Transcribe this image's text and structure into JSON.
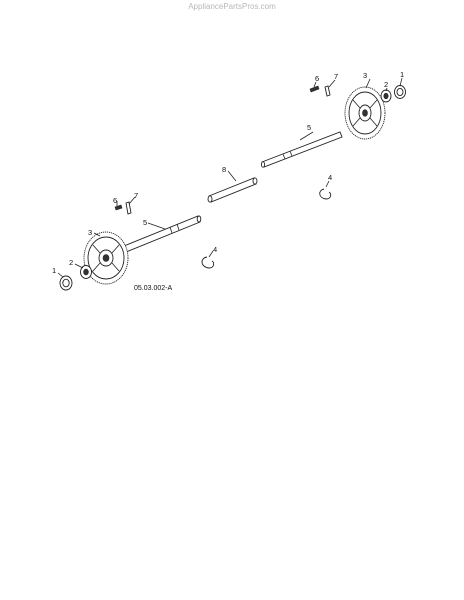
{
  "watermark": "AppliancePartsPros.com",
  "diagram_code": "05.03.002-A",
  "callouts": {
    "right_1": "1",
    "right_2": "2",
    "right_3": "3",
    "right_5": "5",
    "right_6": "6",
    "right_7": "7",
    "right_4": "4",
    "center_8": "8",
    "left_1": "1",
    "left_2": "2",
    "left_3": "3",
    "left_5": "5",
    "left_6": "6",
    "left_7": "7",
    "left_4": "4"
  }
}
